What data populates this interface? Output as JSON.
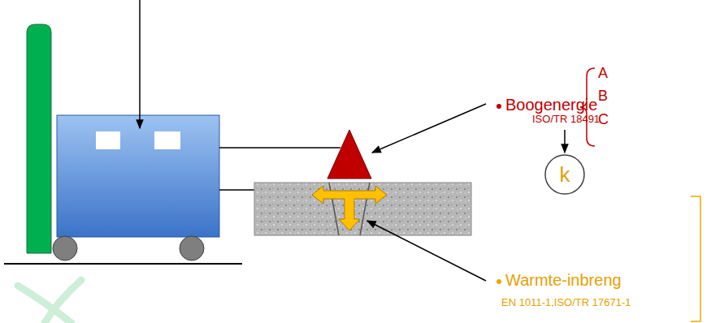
{
  "diagram": {
    "nodes": [
      {
        "text": [
          "k"
        ]
      }
    ],
    "labels": [
      "Boogenergie",
      "ISO/TR 18491",
      "A",
      "B",
      "C",
      "Warmte-inbreng",
      "EN 1011-1,ISO/TR 17671-1"
    ]
  }
}
